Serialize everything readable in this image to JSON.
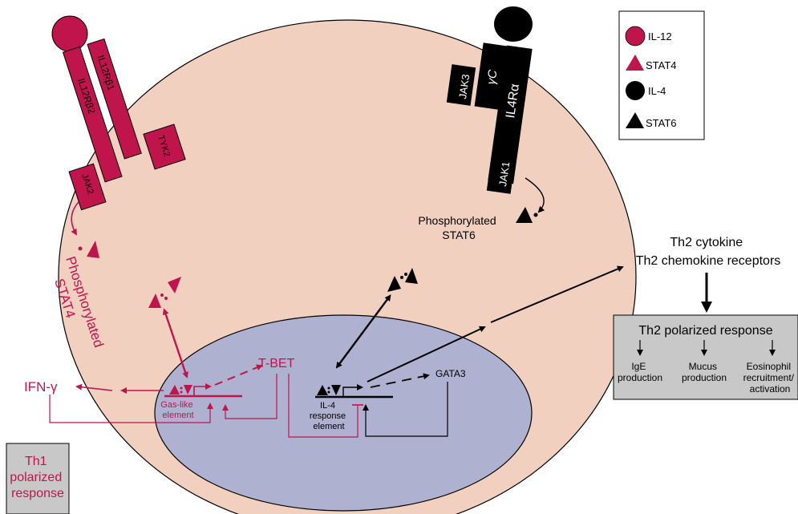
{
  "colors": {
    "cell": "#f2d0c0",
    "nucleus": "#aeb2d0",
    "il12_path": "#c0144c",
    "il4_path": "#000000",
    "response_box": "#c8c8c8"
  },
  "legend": {
    "items": [
      {
        "shape": "circle",
        "color": "#c0144c",
        "label": "IL-12"
      },
      {
        "shape": "triangle",
        "color": "#c0144c",
        "label": "STAT4"
      },
      {
        "shape": "circle",
        "color": "#000000",
        "label": "IL-4"
      },
      {
        "shape": "triangle",
        "color": "#000000",
        "label": "STAT6"
      }
    ]
  },
  "il12_receptor": {
    "chain1": "IL12Rβ1",
    "chain2": "IL12Rβ2",
    "kinase_left": "JAK2",
    "kinase_right": "TYK2"
  },
  "il4_receptor": {
    "kinase_left": "JAK3",
    "gamma_chain": "γC",
    "alpha_chain": "IL4Rα",
    "kinase_bottom": "JAK1"
  },
  "labels": {
    "phospho_stat4_line1": "Phosphorylated",
    "phospho_stat4_line2": "STAT4",
    "phospho_stat6_line1": "Phosphorylated",
    "phospho_stat6_line2": "STAT6",
    "ifn_gamma": "IFN-γ",
    "tbet": "T-BET",
    "gas_element_line1": "Gas-like",
    "gas_element_line2": "element",
    "il4_element_line1": "IL-4",
    "il4_element_line2": "response",
    "il4_element_line3": "element",
    "gata3": "GATA3",
    "th2_cytokine_line1": "Th2 cytokine",
    "th2_cytokine_line2": "Th2 chemokine receptors"
  },
  "th2_box": {
    "title": "Th2 polarized response",
    "outcomes": [
      {
        "line1": "IgE",
        "line2": "production",
        "line3": ""
      },
      {
        "line1": "Mucus",
        "line2": "production",
        "line3": ""
      },
      {
        "line1": "Eosinophil",
        "line2": "recruitment/",
        "line3": "activation"
      }
    ]
  },
  "th1_box": {
    "line1": "Th1",
    "line2": "polarized",
    "line3": "response"
  }
}
